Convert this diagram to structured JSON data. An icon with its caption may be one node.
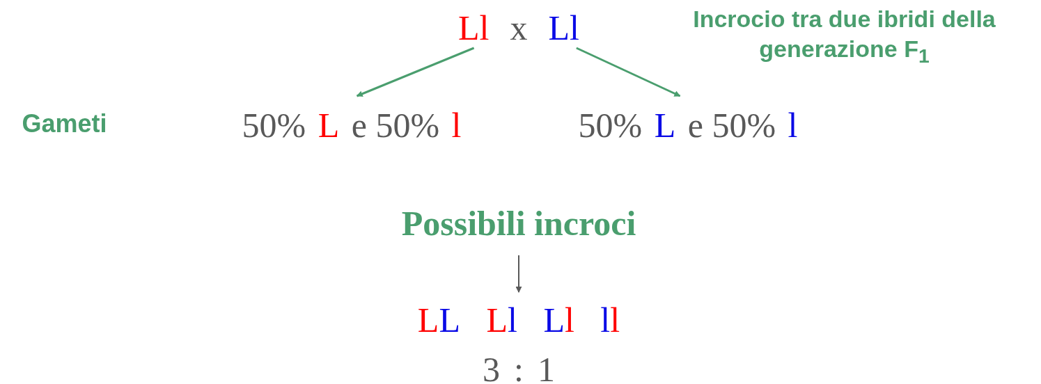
{
  "diagram": {
    "nodes": [
      {
        "text": [
          "Ll",
          "x",
          "Ll"
        ]
      },
      {
        "text": [
          "50%",
          "L",
          "e 50%",
          "l"
        ]
      },
      {
        "text": [
          "50%",
          "L",
          "e 50%",
          "l"
        ]
      },
      {
        "text": [
          "Possibili incroci"
        ]
      },
      {
        "text": [
          "LL",
          "Ll",
          "Ll",
          "ll"
        ]
      }
    ],
    "edges": [
      {
        "from": 0,
        "to": 1,
        "arrow": "to",
        "color": "#4a9e6e"
      },
      {
        "from": 0,
        "to": 2,
        "arrow": "to",
        "color": "#4a9e6e"
      },
      {
        "from": 3,
        "to": 4,
        "arrow": "to"
      }
    ],
    "labels": [
      "Incrocio tra due ibridi della generazione F$_{1}$",
      "Gameti",
      "3 : 1"
    ]
  }
}
